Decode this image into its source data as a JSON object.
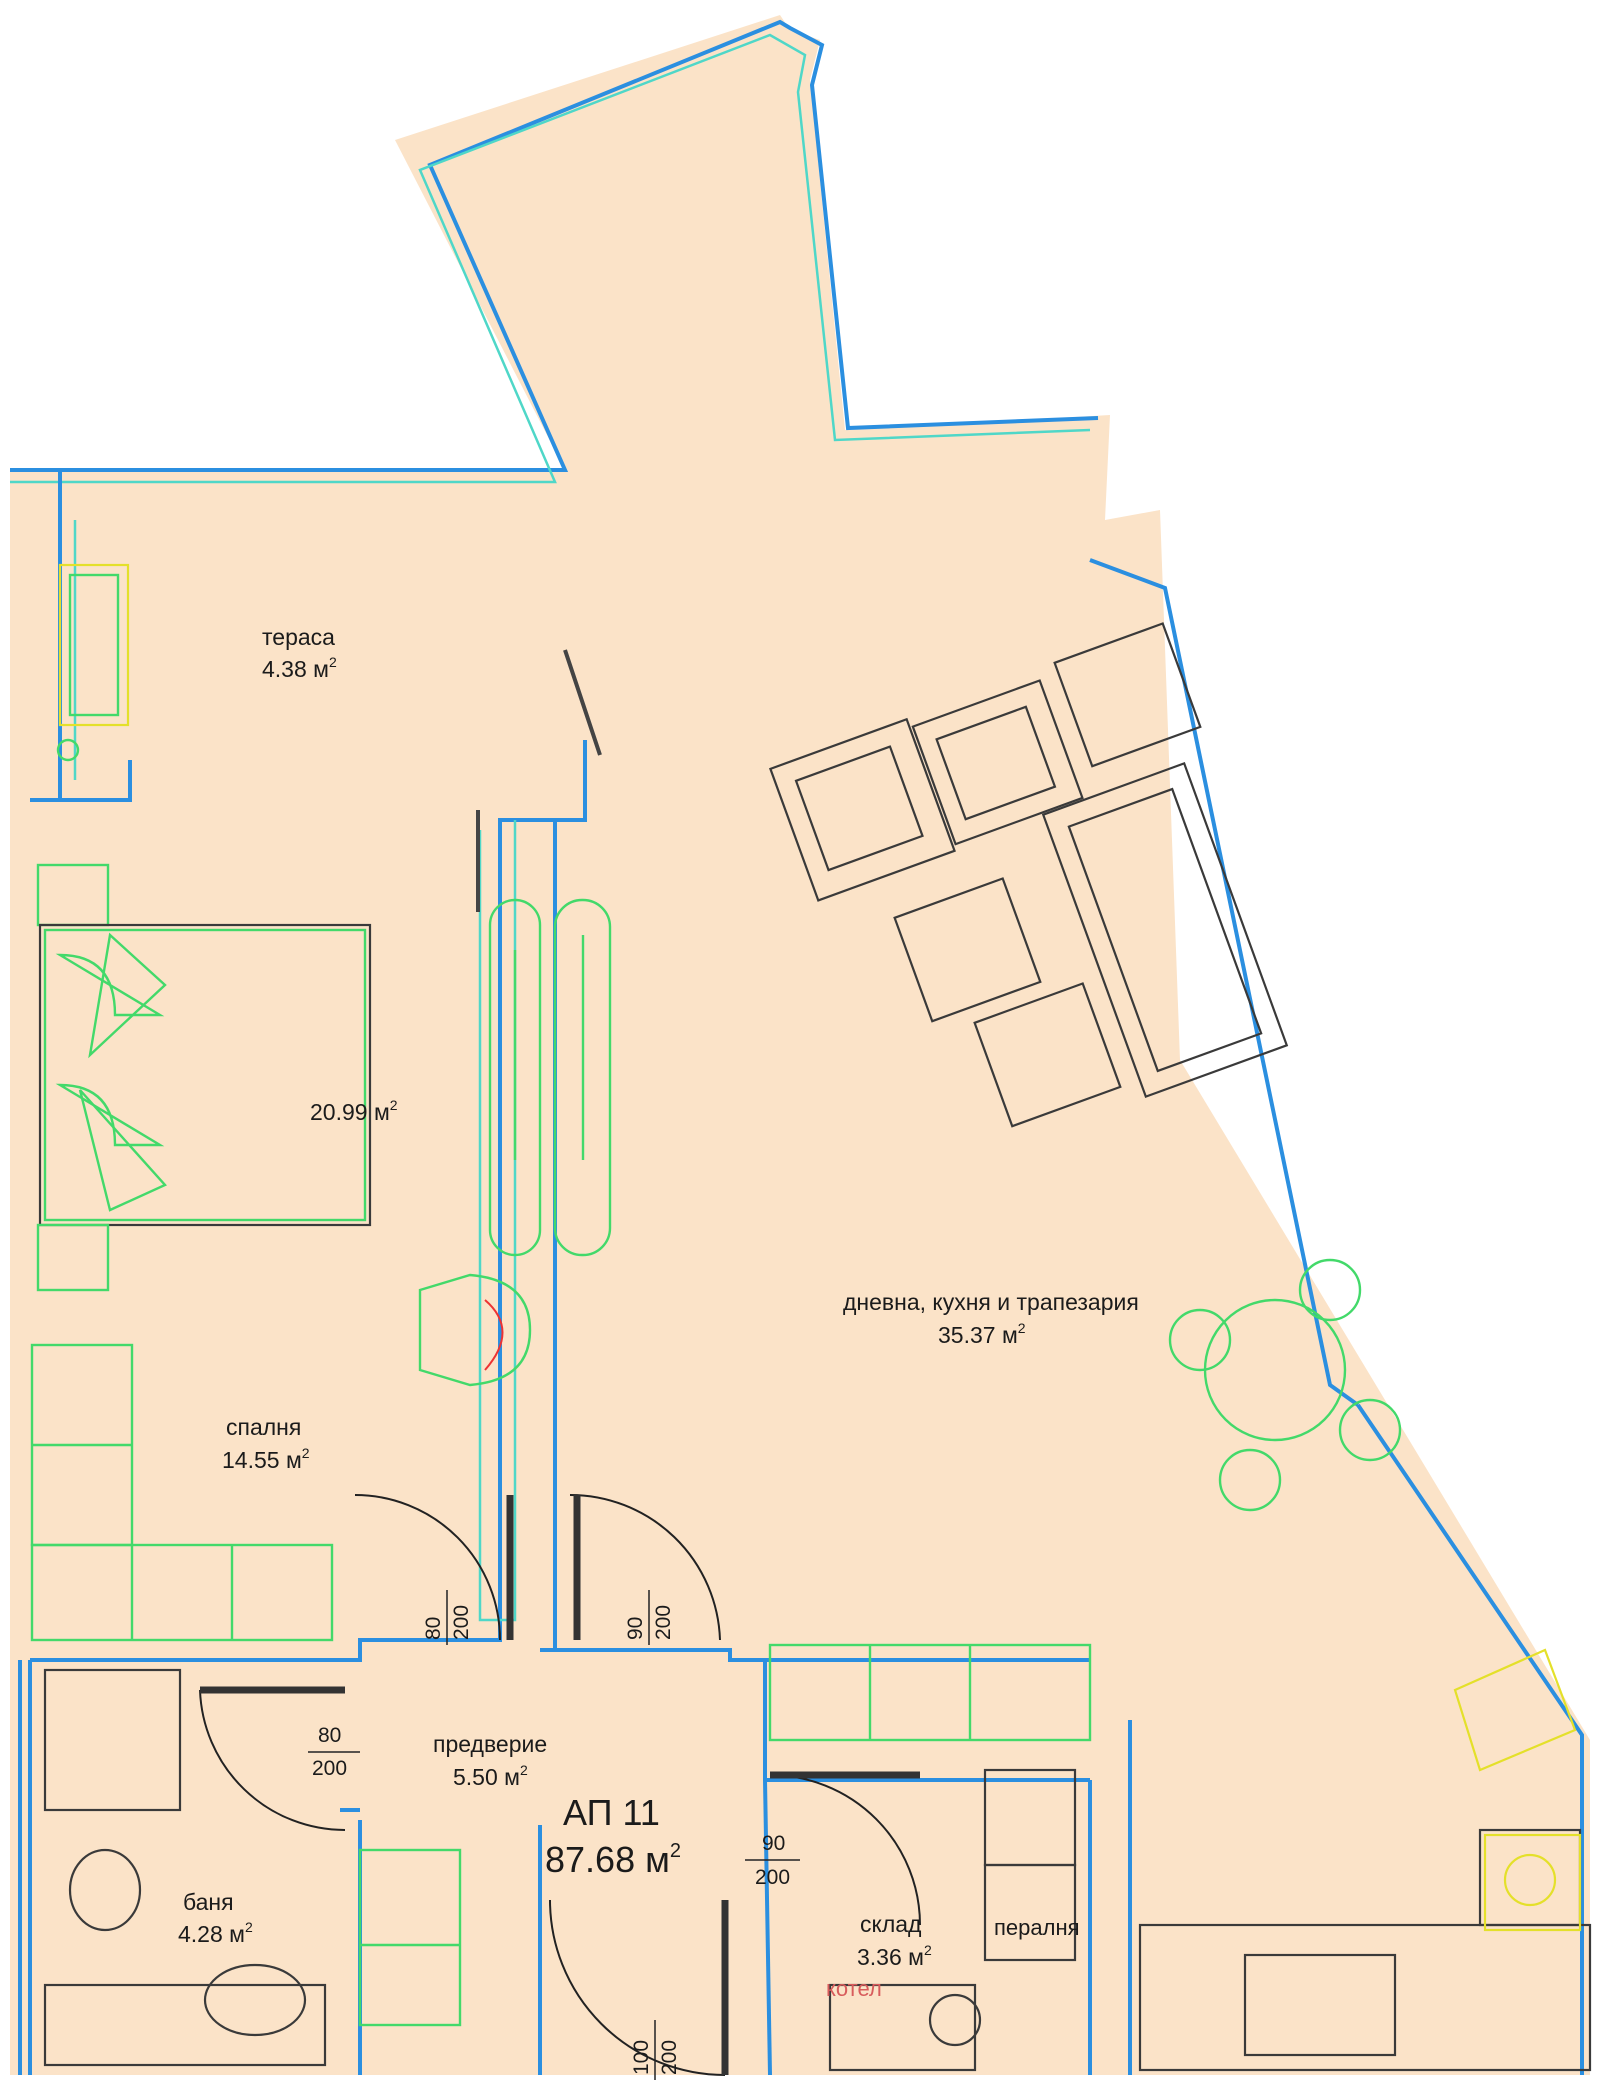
{
  "apartment": {
    "name": "АП 11",
    "area": "87.68 м",
    "area_sup": "2"
  },
  "rooms": {
    "terrace": {
      "name": "тераса",
      "area": "4.38 м",
      "sup": "2"
    },
    "wardrobe_area": {
      "area": "20.99 м",
      "sup": "2"
    },
    "bedroom": {
      "name": "спалня",
      "area": "14.55 м",
      "sup": "2"
    },
    "living": {
      "name": "дневна, кухня и трапезария",
      "area": "35.37 м",
      "sup": "2"
    },
    "hallway": {
      "name": "предверие",
      "area": "5.50 м",
      "sup": "2"
    },
    "bathroom": {
      "name": "баня",
      "area": "4.28 м",
      "sup": "2"
    },
    "storage": {
      "name": "склад",
      "area": "3.36 м",
      "sup": "2"
    }
  },
  "labels": {
    "laundry": "пералня",
    "boiler": "котел"
  },
  "doors": {
    "bedroom_door": {
      "width": "80",
      "height": "200"
    },
    "living_door": {
      "width": "90",
      "height": "200"
    },
    "bathroom_door": {
      "width": "80",
      "height": "200"
    },
    "storage_door": {
      "width": "90",
      "height": "200"
    },
    "entrance_door": {
      "width": "100",
      "height": "200"
    }
  },
  "colors": {
    "floor": "#fbe3c8",
    "wall_outer": "#2b8fe0",
    "wall_inner": "#4fd7c8",
    "furniture": "#3a3a3a",
    "accent_green": "#43d96a"
  }
}
